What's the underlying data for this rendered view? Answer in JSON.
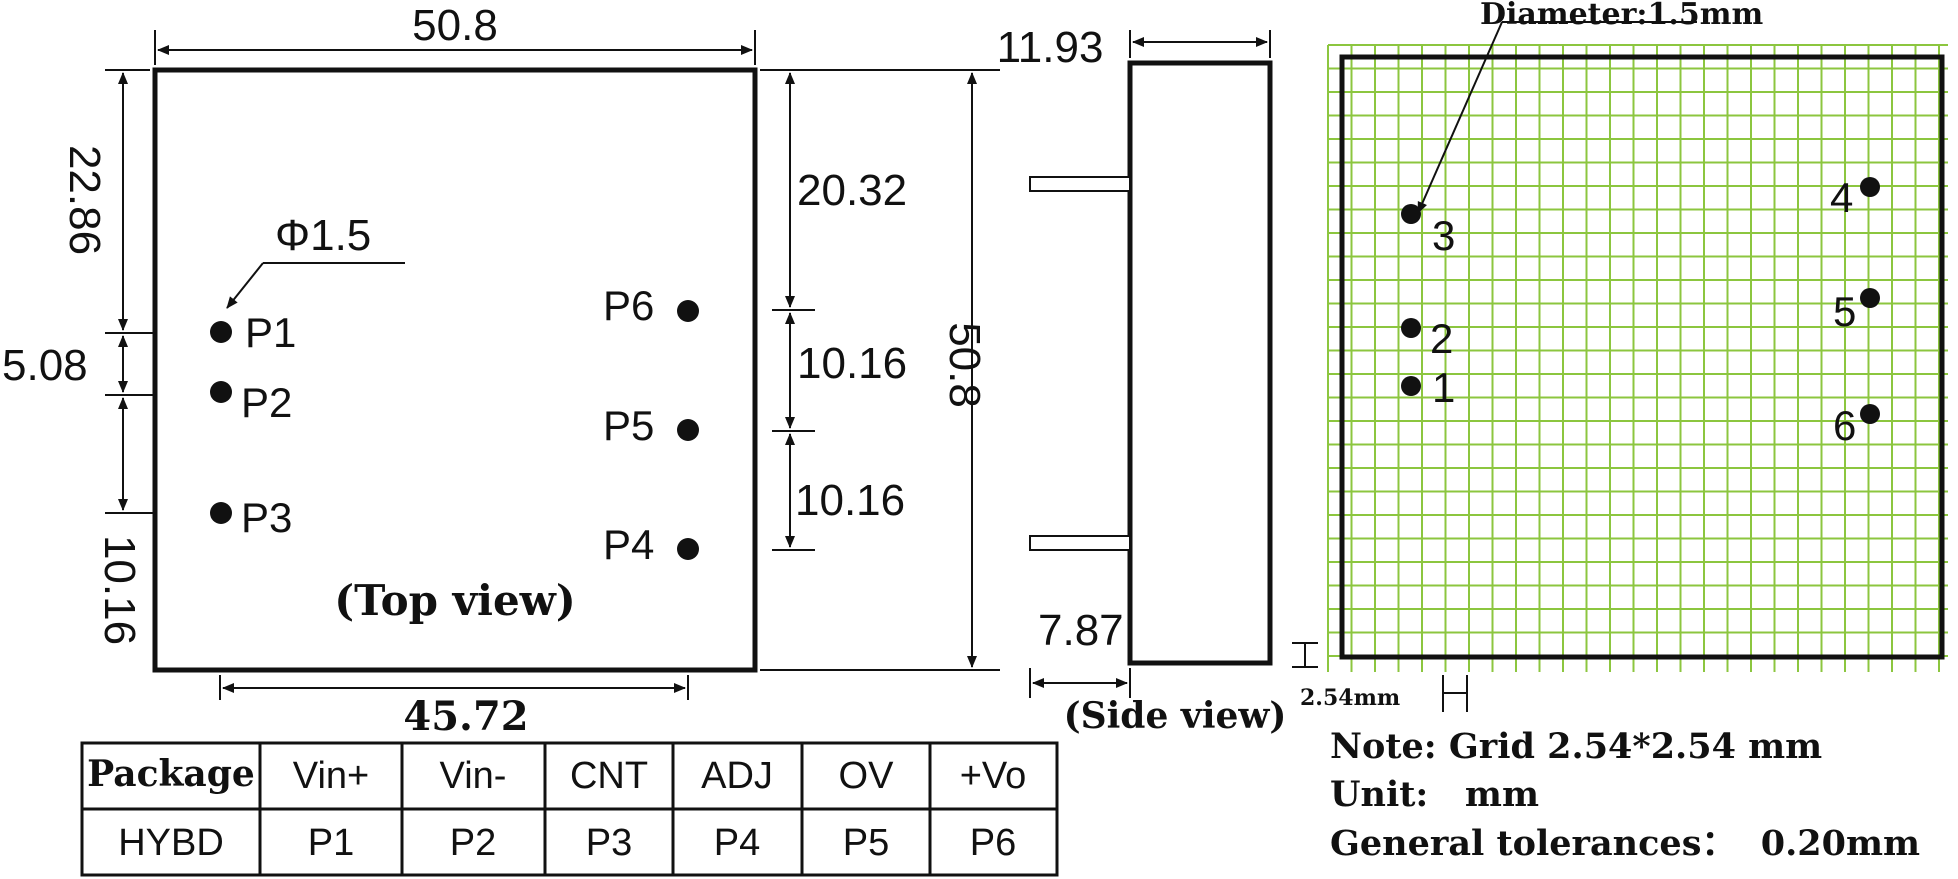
{
  "top_view": {
    "title": "(Top view)",
    "width": "50.8",
    "pin_span": "45.72",
    "left_top": "22.86",
    "left_mid": "5.08",
    "left_bottom": "10.16",
    "right_top": "20.32",
    "right_mid1": "10.16",
    "right_mid2": "10.16",
    "height": "50.8",
    "phi": "Φ1.5",
    "pins": {
      "p1": "P1",
      "p2": "P2",
      "p3": "P3",
      "p4": "P4",
      "p5": "P5",
      "p6": "P6"
    }
  },
  "side_view": {
    "title": "(Side view)",
    "thickness": "11.93",
    "pin_len": "7.87"
  },
  "grid_view": {
    "diameter": "Diameter:1.5mm",
    "pitch": "2.54mm",
    "pins": [
      "1",
      "2",
      "3",
      "4",
      "5",
      "6"
    ]
  },
  "notes": {
    "grid": "Note: Grid 2.54*2.54 mm",
    "unit": "Unit:   mm",
    "tolerance": "General tolerances：  0.20mm"
  },
  "pin_table": {
    "header": [
      "Package",
      "Vin+",
      "Vin-",
      "CNT",
      "ADJ",
      "OV",
      "+Vo"
    ],
    "row": [
      "HYBD",
      "P1",
      "P2",
      "P3",
      "P4",
      "P5",
      "P6"
    ]
  },
  "colors": {
    "grid": "#8cc63f",
    "ink": "#111111"
  }
}
